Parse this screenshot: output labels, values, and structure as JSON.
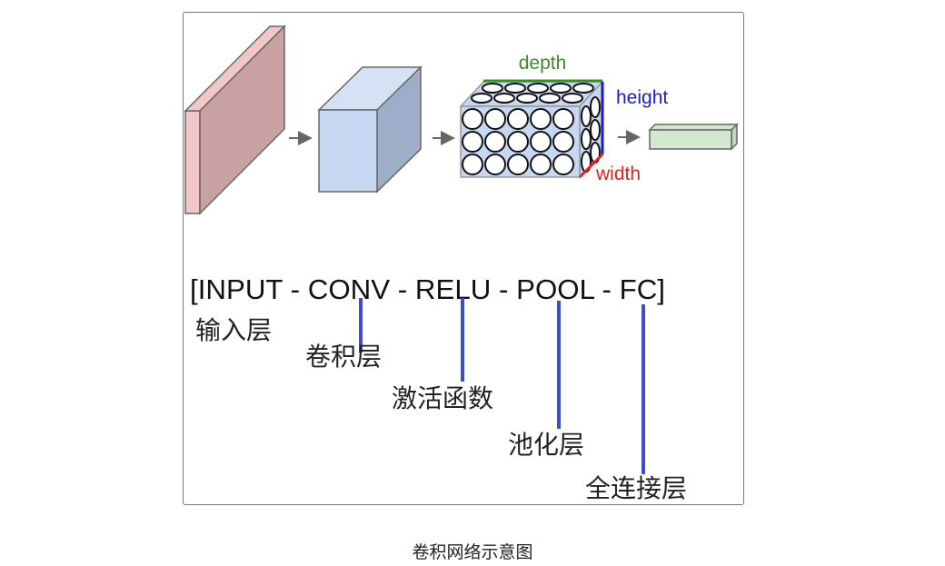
{
  "figure": {
    "labels": {
      "depth": "depth",
      "height": "height",
      "width": "width"
    },
    "colors": {
      "input_layer_front": "#c9a1a2",
      "input_layer_side": "#f2c7c9",
      "conv_front": "#c6d8f2",
      "conv_side": "#9eadc8",
      "conv_top": "#d5e2f6",
      "pool_volume": "#c8d7f0",
      "fc_box": "#d4e8d0",
      "depth_line": "#3d8a2f",
      "height_line": "#1a1ad6",
      "width_line": "#e02020",
      "connector_line": "#3f4bd1",
      "arrow": "#666666"
    },
    "pipeline_text": "[INPUT - CONV - RELU - POOL - FC]",
    "annotations": [
      {
        "term": "INPUT",
        "label": "输入层"
      },
      {
        "term": "CONV",
        "label": "卷积层"
      },
      {
        "term": "RELU",
        "label": "激活函数"
      },
      {
        "term": "POOL",
        "label": "池化层"
      },
      {
        "term": "FC",
        "label": "全连接层"
      }
    ]
  },
  "caption": "卷积网络示意图"
}
